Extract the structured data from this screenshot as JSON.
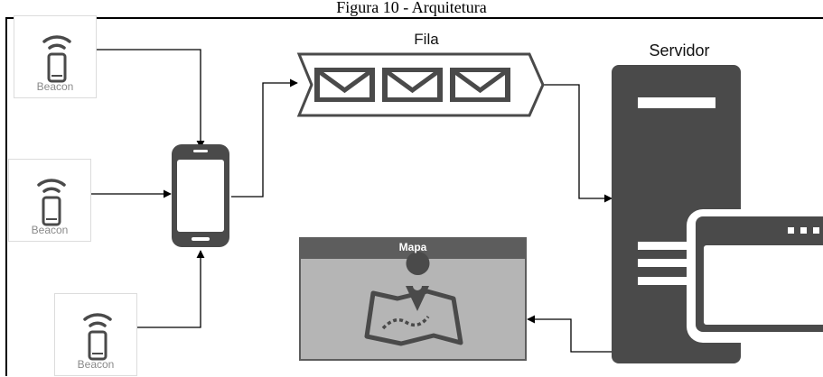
{
  "caption": "Figura 10 - Arquitetura",
  "beacons": [
    {
      "label": "Beacon",
      "icon": "beacon-icon"
    },
    {
      "label": "Beacon",
      "icon": "beacon-icon"
    },
    {
      "label": "Beacon",
      "icon": "beacon-icon"
    }
  ],
  "smartphone": {
    "icon": "smartphone-icon"
  },
  "queue": {
    "label": "Fila",
    "icon": "envelope-icon",
    "message_count": 3
  },
  "server": {
    "label": "Servidor",
    "icon": "server-icon"
  },
  "browser_window": {
    "icon": "browser-window-icon"
  },
  "map": {
    "title": "Mapa",
    "icon": "map-route-icon"
  },
  "colors": {
    "dark_gray": "#4a4a4a",
    "map_header": "#5d5d5d",
    "map_body": "#b5b5b5",
    "line": "#000000",
    "beacon_border": "#dcdcdc"
  }
}
